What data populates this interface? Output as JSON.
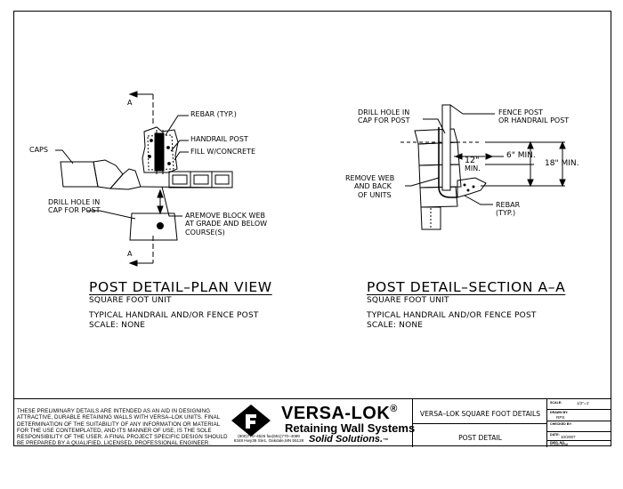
{
  "plan_view": {
    "section_marker": "A",
    "callouts": {
      "rebar": "REBAR (TYP.)",
      "handrail_post": "HANDRAIL POST",
      "fill": "FILL W/CONCRETE",
      "caps": "CAPS",
      "drill_hole_1": "DRILL HOLE IN",
      "drill_hole_2": "CAP FOR POST",
      "remove_web_1": "AREMOVE BLOCK WEB",
      "remove_web_2": "AT GRADE AND BELOW",
      "remove_web_3": "COURSE(S)"
    },
    "title": "POST DETAIL–PLAN VIEW",
    "sub1": "SQUARE FOOT UNIT",
    "sub2": "TYPICAL HANDRAIL AND/OR FENCE POST",
    "sub3": "SCALE: NONE"
  },
  "section_view": {
    "callouts": {
      "drill_hole_1": "DRILL HOLE IN",
      "drill_hole_2": "CAP FOR POST",
      "fence_post_1": "FENCE POST",
      "fence_post_2": "OR HANDRAIL POST",
      "dim_12": "12\"",
      "dim_min": "MIN.",
      "dim_6": "6\" MIN.",
      "dim_18": "18\" MIN.",
      "remove_web_1": "REMOVE WEB",
      "remove_web_2": "AND BACK",
      "remove_web_3": "OF UNITS",
      "rebar_1": "REBAR",
      "rebar_2": "(TYP.)"
    },
    "title": "POST DETAIL–SECTION A–A",
    "sub1": "SQUARE FOOT UNIT",
    "sub2": "TYPICAL HANDRAIL AND/OR FENCE POST",
    "sub3": "SCALE: NONE"
  },
  "title_block": {
    "disclaimer": "THESE PRELIMINARY DETAILS ARE INTENDED AS AN AID IN DESIGNING ATTRACTIVE, DURABLE RETAINING WALLS WITH VERSA–LOK UNITS. FINAL DETERMINATION OF THE SUITABILITY OF ANY INFORMATION OR MATERIAL FOR THE USE CONTEMPLATED, AND ITS MANNER OF USE, IS THE SOLE RESPONSIBILITY OF THE USER. A FINAL PROJECT SPECIFIC DESIGN SHOULD BE PREPARED BY A QUALIFIED, LICENSED, PROFESSIONAL ENGINEER.",
    "logo_name": "VERSA-LOK",
    "logo_registered": "®",
    "logo_tagline": "Retaining Wall Systems",
    "logo_contact_1": "(800)770–4525 fax(651)770–4089",
    "logo_contact_2": "6348 Hwy36 Ste1, Oakdale,MN 55128",
    "logo_slogan": "Solid Solutions.",
    "logo_tm": "™",
    "drawing_title": "VERSA–LOK SQUARE FOOT DETAILS",
    "drawing_subtitle": "POST DETAIL",
    "scale_label": "SCALE:",
    "scale_value": "1/2\"=1'",
    "drawn_label": "DRAWN BY:",
    "drawn_value": "RPS",
    "checked_label": "CHECKED BY:",
    "checked_value": "",
    "date_label": "DATE:",
    "date_value": "10/2007",
    "dwg_label": "DWG. NO.",
    "dwg_value": "sf post detail"
  }
}
